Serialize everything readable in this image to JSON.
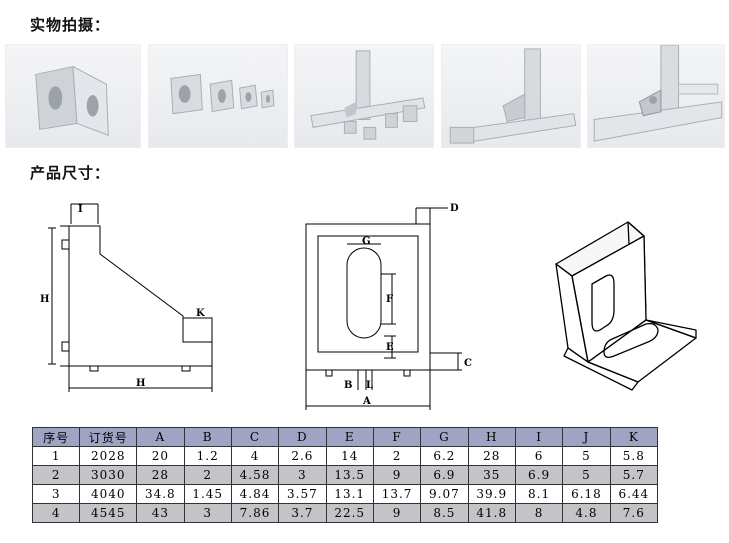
{
  "headings": {
    "photos": "实物拍摄：",
    "dimensions": "产品尺寸："
  },
  "drawing_labels": {
    "side": {
      "I": "I",
      "H_vertical": "H",
      "K": "K",
      "H_bottom": "H"
    },
    "front": {
      "D": "D",
      "G": "G",
      "F": "F",
      "E": "E",
      "C": "C",
      "B": "B",
      "L": "L",
      "A": "A"
    }
  },
  "table": {
    "headers": [
      "序号",
      "订货号",
      "A",
      "B",
      "C",
      "D",
      "E",
      "F",
      "G",
      "H",
      "I",
      "J",
      "K"
    ],
    "rows": [
      [
        "1",
        "2028",
        "20",
        "1.2",
        "4",
        "2.6",
        "14",
        "2",
        "6.2",
        "28",
        "6",
        "5",
        "5.8"
      ],
      [
        "2",
        "3030",
        "28",
        "2",
        "4.58",
        "3",
        "13.5",
        "9",
        "6.9",
        "35",
        "6.9",
        "5",
        "5.7"
      ],
      [
        "3",
        "4040",
        "34.8",
        "1.45",
        "4.84",
        "3.57",
        "13.1",
        "13.7",
        "9.07",
        "39.9",
        "8.1",
        "6.18",
        "6.44"
      ],
      [
        "4",
        "4545",
        "43",
        "3",
        "7.86",
        "3.7",
        "22.5",
        "9",
        "8.5",
        "41.8",
        "8",
        "4.8",
        "7.6"
      ]
    ]
  },
  "colors": {
    "header_bg": "#9fa4c4",
    "alt_row_bg": "#c3c4c8"
  }
}
